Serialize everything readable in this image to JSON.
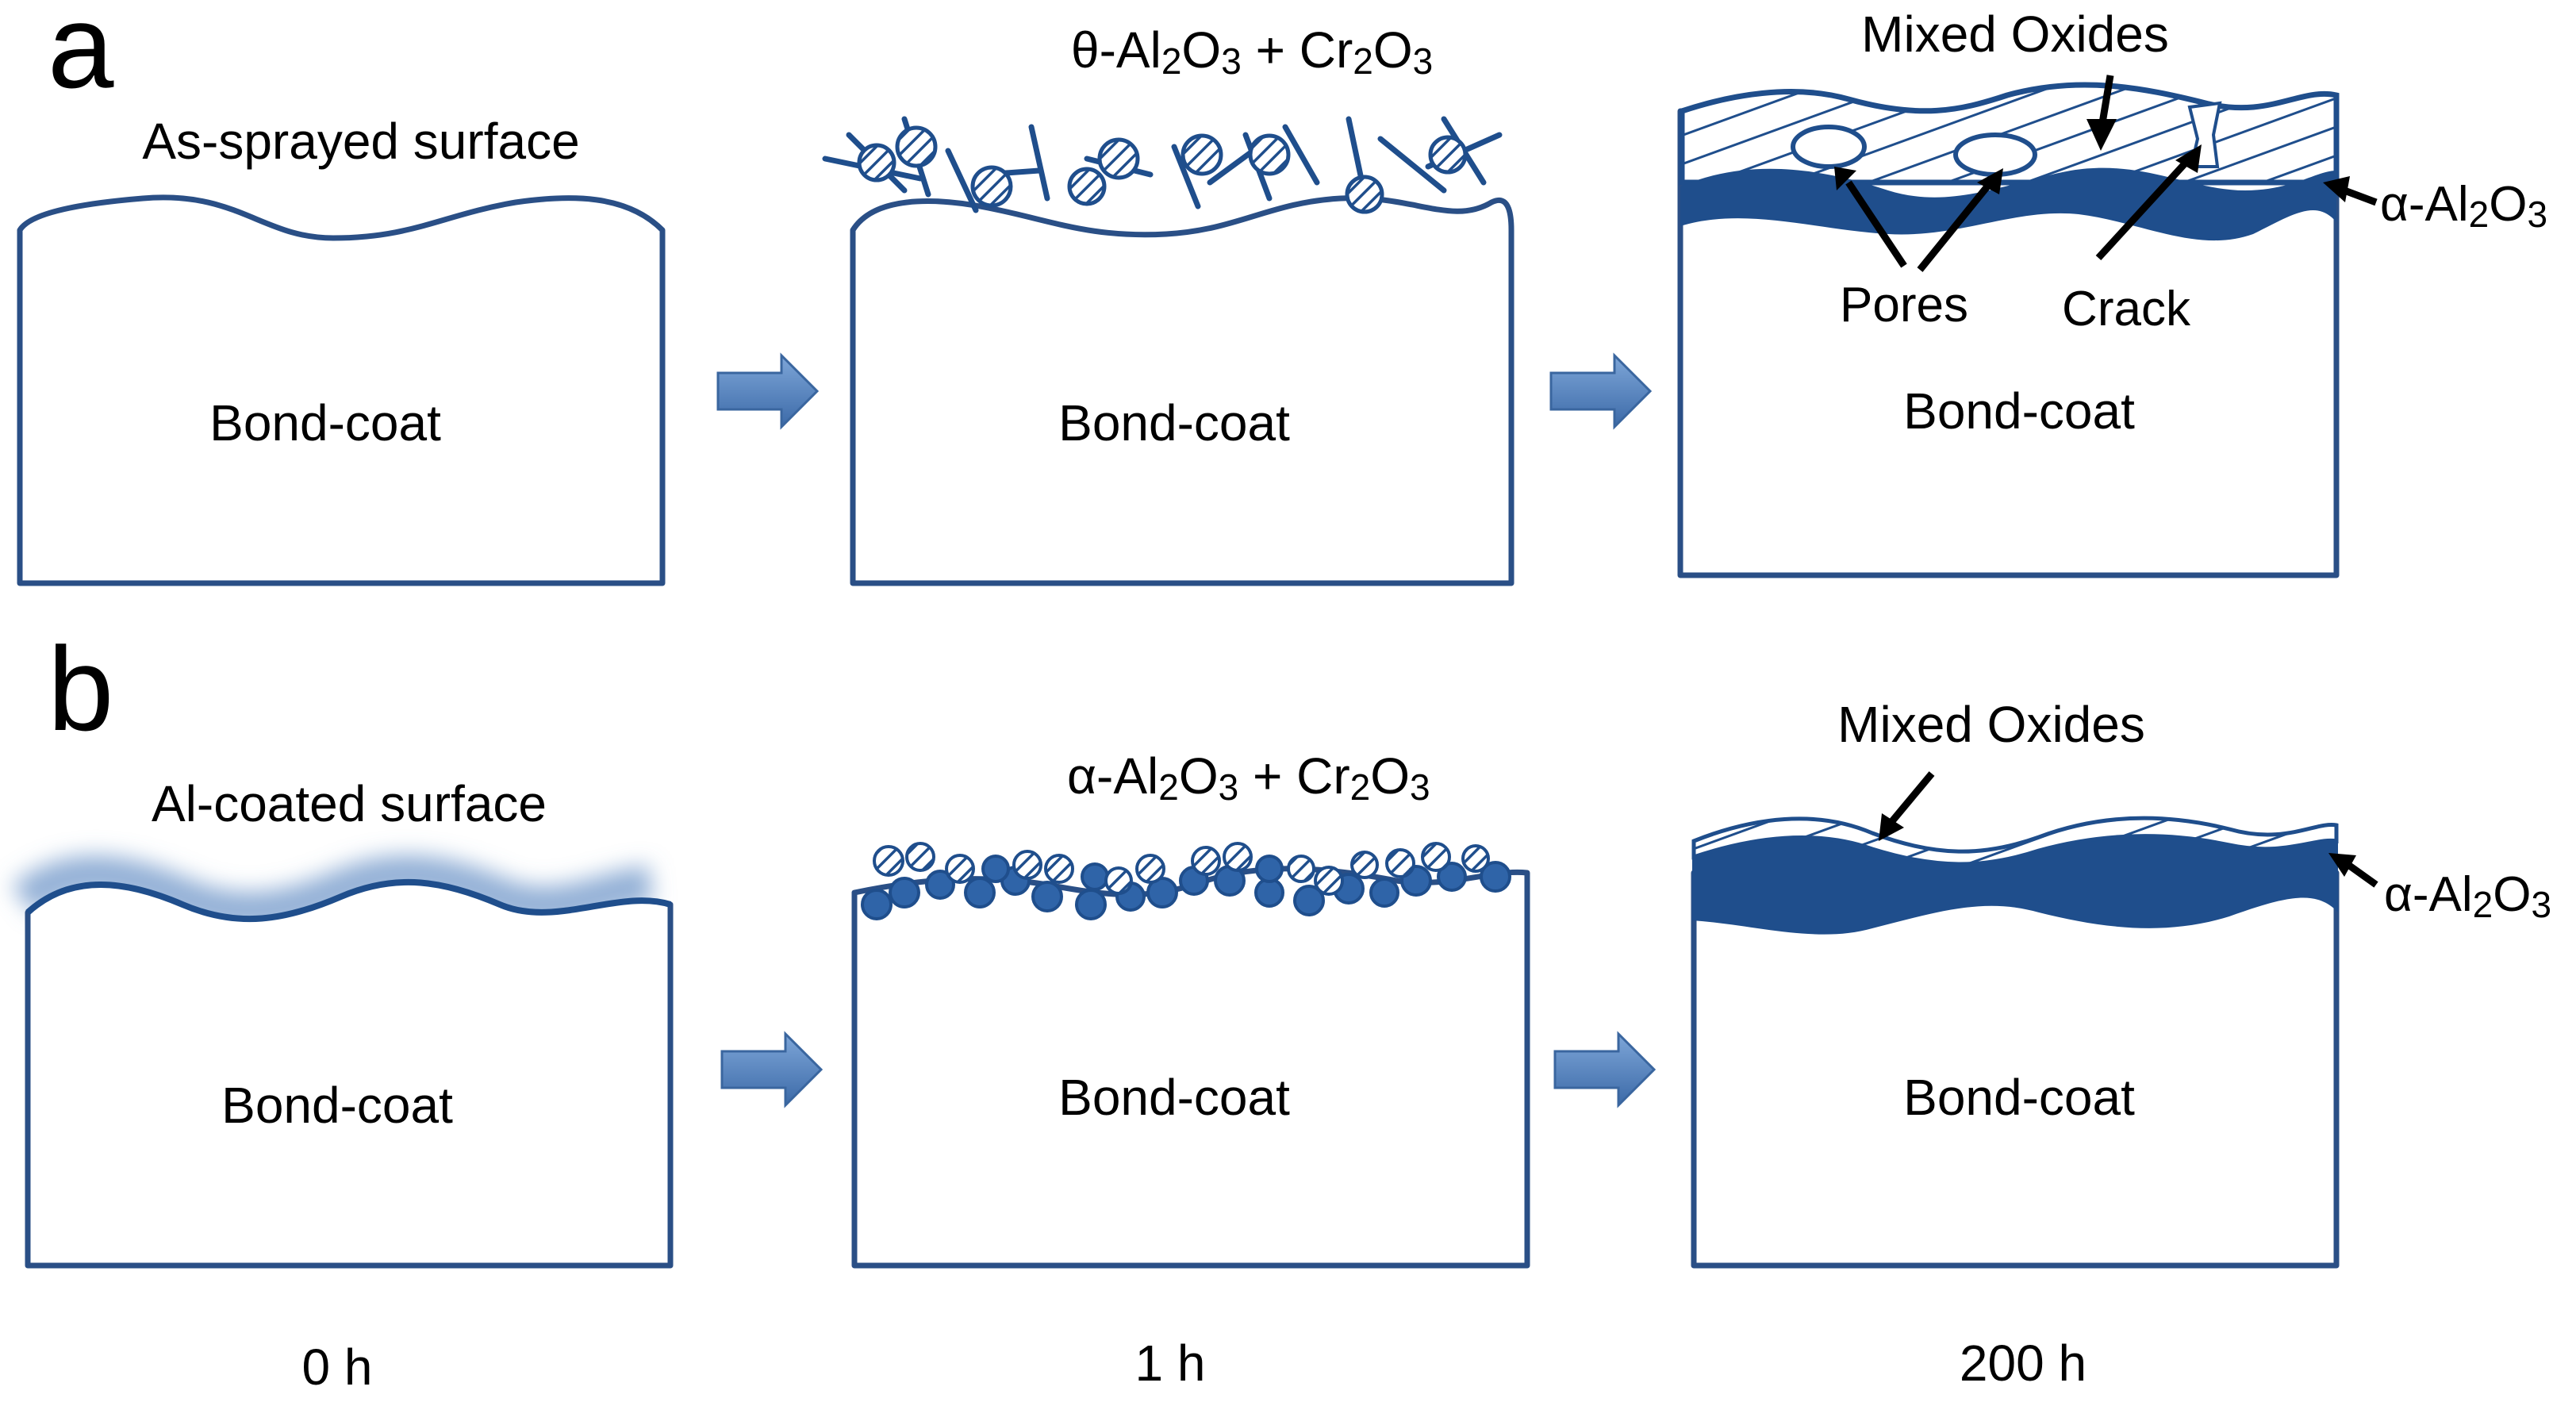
{
  "figure": {
    "panel_a": {
      "letter": "a",
      "stage0_caption": "As-sprayed surface",
      "stage1_caption": {
        "pre": "θ-Al",
        "s1": "2",
        "mid": "O",
        "s2": "3",
        "plus": " + Cr",
        "s3": "2",
        "mid2": "O",
        "s4": "3"
      },
      "stage2_caption": "Mixed Oxides",
      "side_label": {
        "pre": "α-Al",
        "s1": "2",
        "mid": "O",
        "s2": "3"
      },
      "pores_label": "Pores",
      "crack_label": "Crack",
      "bondcoat": [
        "Bond-coat",
        "Bond-coat",
        "Bond-coat"
      ]
    },
    "panel_b": {
      "letter": "b",
      "stage0_caption": "Al-coated surface",
      "stage1_caption": {
        "pre": "α-Al",
        "s1": "2",
        "mid": "O",
        "s2": "3",
        "plus": " + Cr",
        "s3": "2",
        "mid2": "O",
        "s4": "3"
      },
      "stage2_caption": "Mixed Oxides",
      "side_label": {
        "pre": "α-Al",
        "s1": "2",
        "mid": "O",
        "s2": "3"
      },
      "bondcoat": [
        "Bond-coat",
        "Bond-coat",
        "Bond-coat"
      ]
    },
    "time_labels": [
      "0 h",
      "1 h",
      "200 h"
    ],
    "colors": {
      "oxide_blue": "#1f4e8c",
      "outline_blue": "#2a4f86",
      "arrow_blue": "#4f7fbf"
    }
  }
}
